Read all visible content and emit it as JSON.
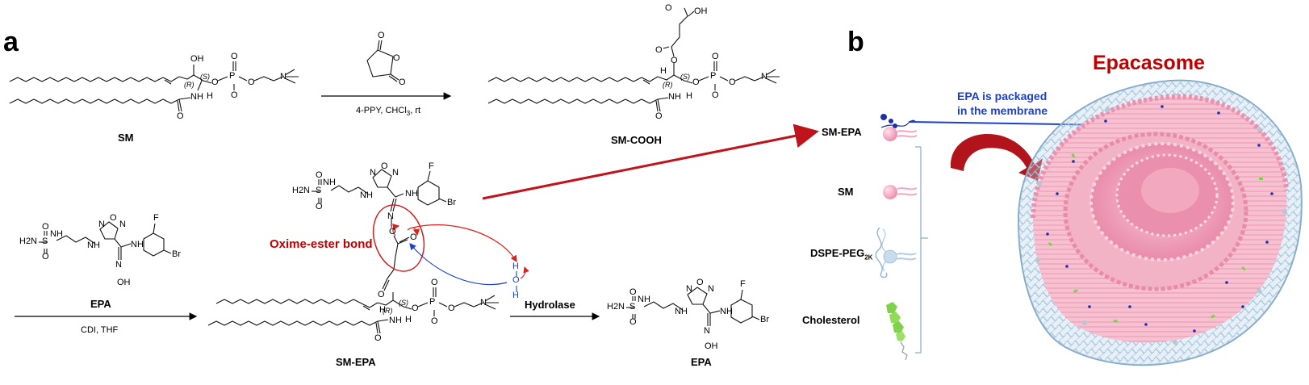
{
  "panels": {
    "a": "a",
    "b": "b"
  },
  "compounds": {
    "sm": "SM",
    "sm_cooh": "SM-COOH",
    "epa_left": "EPA",
    "sm_epa": "SM-EPA",
    "epa_product": "EPA"
  },
  "conditions": {
    "step1": "4-PPY, CHCl",
    "step1_sub": "3",
    "step1_tail": ", rt",
    "step2": "CDI, THF",
    "hydrolase": "Hydrolase"
  },
  "annotations": {
    "oxime_ester_bond": "Oxime-ester bond",
    "epa_packaged_line1": "EPA is packaged",
    "epa_packaged_line2": "in the membrane",
    "epacasome": "Epacasome"
  },
  "components": {
    "sm_epa": "SM-EPA",
    "sm": "SM",
    "dspe_peg": "DSPE-PEG",
    "dspe_peg_sub": "2K",
    "cholesterol": "Cholesterol"
  },
  "stereo": {
    "r": "(R)",
    "s": "(S)"
  },
  "atoms": {
    "oh": "OH",
    "o": "O",
    "p": "P",
    "o_minus": "O",
    "n_plus": "N",
    "nh": "NH",
    "h": "H",
    "h2n": "H2N",
    "s": "S",
    "f": "F",
    "br": "Br",
    "n": "N",
    "n_oxime": "N",
    "oh_oxime": "OH",
    "water_h": "H",
    "water_o": "O"
  },
  "colors": {
    "panel_text": "#000000",
    "oxime_label": "#c00000",
    "epacasome": "#c00000",
    "packaged_text": "#1a3fd1",
    "red_arrow": "#c0141c",
    "blue_arrow": "#1a3fd1",
    "lipid_head": "#f29bb4",
    "lipid_tail": "#f4a7bd",
    "peg_mesh": "#8fb7d4",
    "cholesterol": "#7fd14a",
    "epa_dot": "#1b2fae"
  },
  "icons": [
    "curved-red-arrow-icon",
    "liposome-cutaway-icon",
    "lipid-icon",
    "cholesterol-icon",
    "peg-lipid-icon"
  ]
}
